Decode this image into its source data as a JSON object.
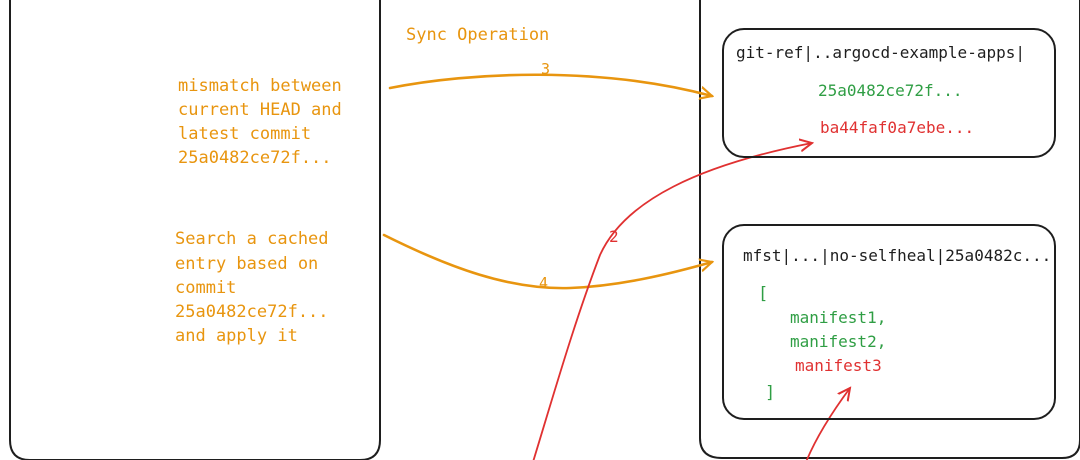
{
  "title": "Sync Operation",
  "left_panel": {
    "note_mismatch": [
      "mismatch between",
      "current HEAD and",
      "latest commit",
      "25a0482ce72f..."
    ],
    "note_search": [
      "Search a cached",
      "entry based on",
      "commit",
      "25a0482ce72f...",
      "and apply it"
    ]
  },
  "git_ref_box": {
    "header": "git-ref|..argocd-example-apps|",
    "commit_current": "25a0482ce72f...",
    "commit_latest": "ba44faf0a7ebe..."
  },
  "manifest_box": {
    "header": "mfst|...|no-selfheal|25a0482c...",
    "open_bracket": "[",
    "manifests": [
      "manifest1,",
      "manifest2,",
      "manifest3"
    ],
    "close_bracket": "]"
  },
  "arrows": {
    "step_2": "2",
    "step_3": "3",
    "step_4": "4"
  },
  "colors": {
    "orange": "#e8950f",
    "green": "#2f9e44",
    "red": "#e03131",
    "stroke": "#1e1e1e"
  }
}
